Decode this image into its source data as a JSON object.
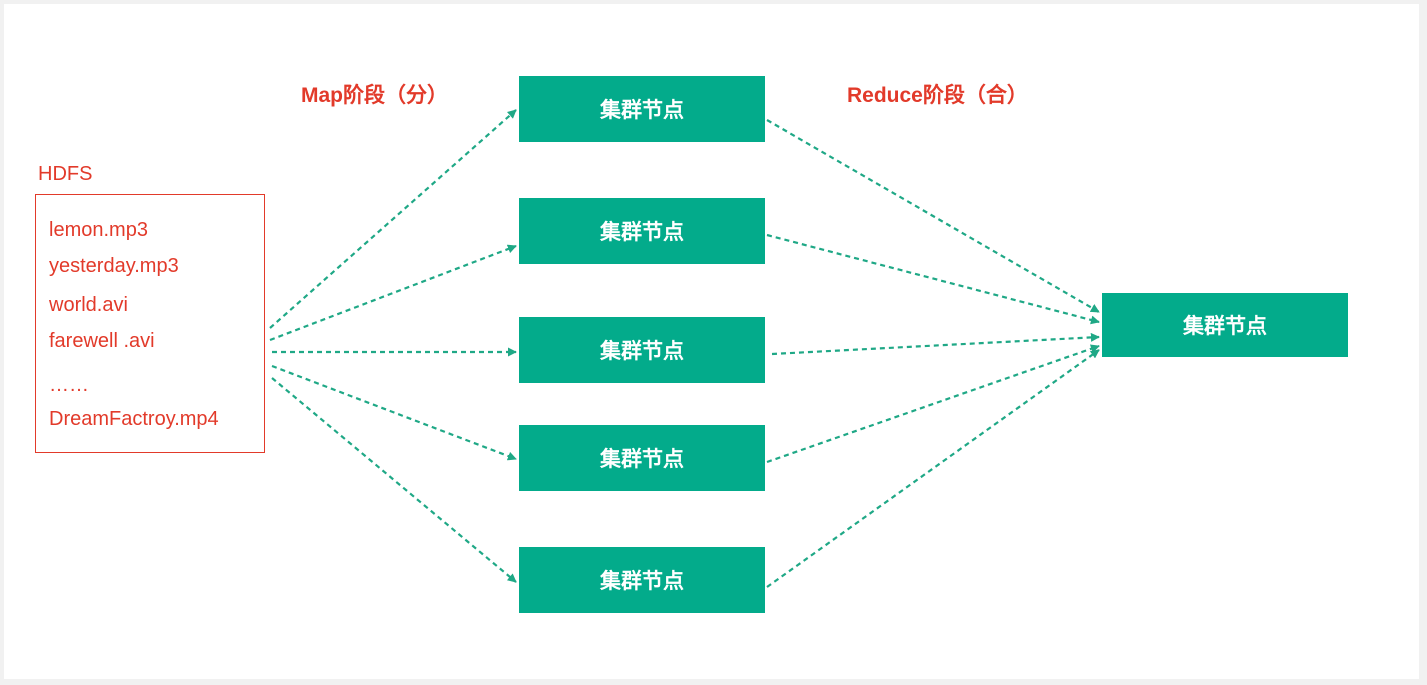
{
  "map_label": "Map阶段（分）",
  "reduce_label": "Reduce阶段（合）",
  "hdfs": {
    "title": "HDFS",
    "files": [
      "lemon.mp3",
      "yesterday.mp3",
      "world.avi",
      "farewell .avi",
      "……",
      "DreamFactroy.mp4"
    ]
  },
  "map_nodes": [
    "集群节点",
    "集群节点",
    "集群节点",
    "集群节点",
    "集群节点"
  ],
  "reduce_node": "集群节点",
  "colors": {
    "accent_red": "#e23a2a",
    "node_green": "#03ab8b",
    "arrow_green": "#1fa886"
  }
}
